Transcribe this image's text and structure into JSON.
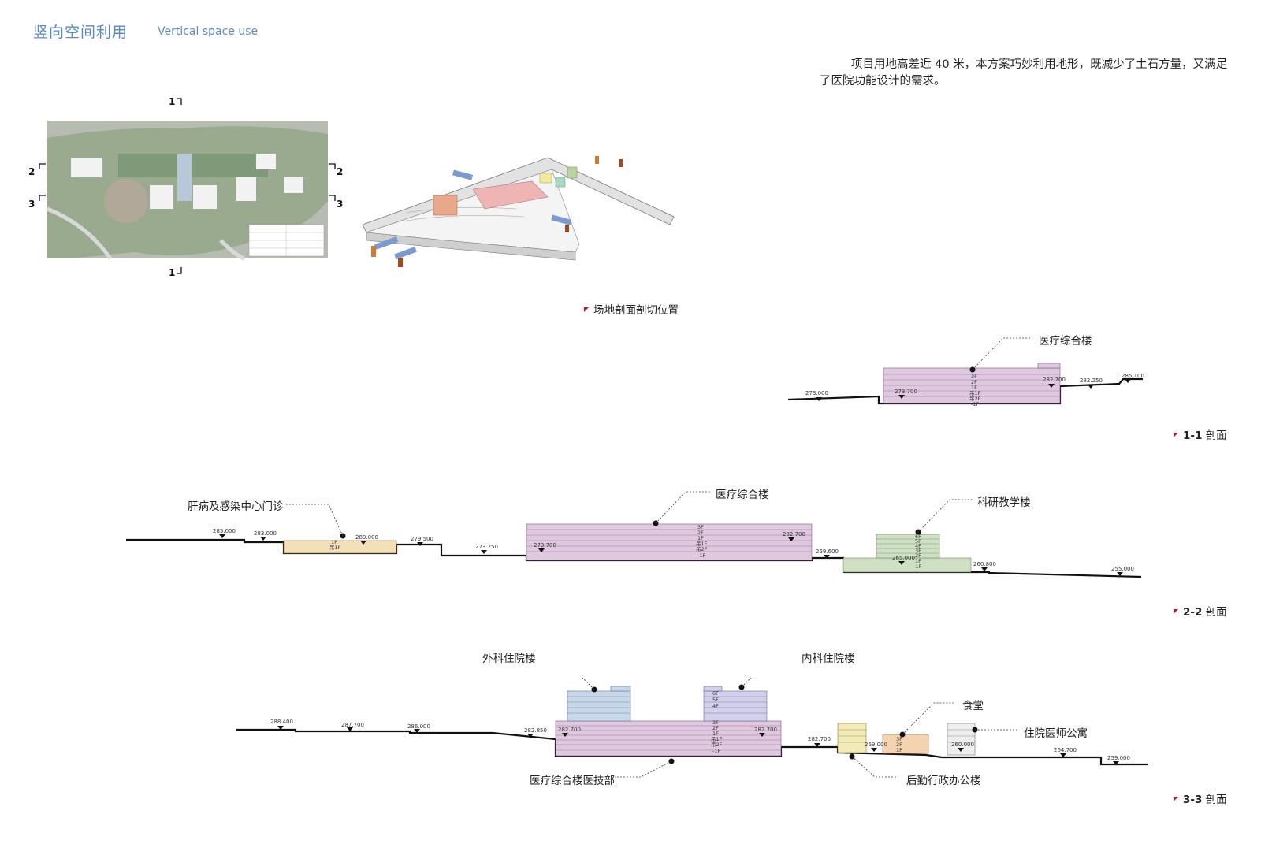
{
  "header": {
    "title_cn": "竖向空间利用",
    "title_en": "Vertical space use"
  },
  "intro": "项目用地高差近 40 米，本方案巧妙利用地形，既减少了土石方量，又满足了医院功能设计的需求。",
  "site_plan": {
    "section_marks": [
      "1",
      "1",
      "2",
      "2",
      "3",
      "3"
    ]
  },
  "site_caption": "场地剖面剖切位置",
  "section_1_1": {
    "caption_num": "1-1",
    "caption_text": "剖面",
    "building_label": "医疗综合楼",
    "elevations": [
      "273.000",
      "273.700",
      "282.700",
      "282.250",
      "285.100"
    ],
    "floors": [
      "3F",
      "2F",
      "1F",
      "吊1F",
      "吊2F",
      "-1F"
    ]
  },
  "section_2_2": {
    "caption_num": "2-2",
    "caption_text": "剖面",
    "labels": [
      "肝病及感染中心门诊",
      "医疗综合楼",
      "科研教学楼"
    ],
    "elevations": [
      "285.000",
      "283.000",
      "280.000",
      "279.500",
      "273.250",
      "273.700",
      "282.700",
      "259.600",
      "265.000",
      "260.800",
      "255.000"
    ],
    "floors_a": [
      "1F",
      "吊1F"
    ],
    "floors_b": [
      "3F",
      "2F",
      "1F",
      "吊1F",
      "吊2F",
      "-1F"
    ],
    "floors_c": [
      "6F",
      "5F",
      "4F",
      "3F",
      "2F",
      "1F",
      "-1F"
    ]
  },
  "section_3_3": {
    "caption_num": "3-3",
    "caption_text": "剖面",
    "labels_top": [
      "外科住院楼",
      "内科住院楼",
      "食堂",
      "住院医师公寓"
    ],
    "labels_bottom": [
      "医疗综合楼医技部",
      "后勤行政办公楼"
    ],
    "elevations": [
      "288.400",
      "287.700",
      "286.000",
      "282.850",
      "282.700",
      "282.700",
      "282.700",
      "269.000",
      "260.000",
      "264.700",
      "259.000"
    ],
    "floors_a": [
      "6F",
      "5F",
      "4F",
      "3F",
      "2F",
      "1F",
      "吊1F",
      "吊2F",
      "-1F"
    ],
    "floors_b": [
      "3F",
      "2F",
      "1F"
    ]
  }
}
